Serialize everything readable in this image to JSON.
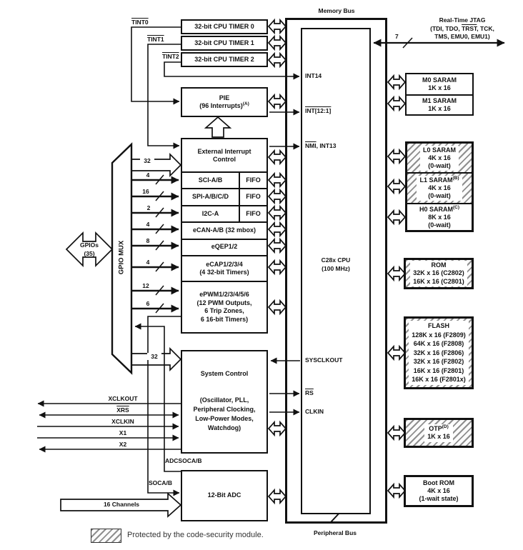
{
  "buses": {
    "memory": "Memory Bus",
    "peripheral": "Peripheral Bus"
  },
  "cpu": {
    "title": "C28x CPU",
    "subtitle": "(100 MHz)",
    "int14": "INT14",
    "int12": "INT[12:1]",
    "nmi": "NMI",
    "int13": ", INT13",
    "sysclkout": "SYSCLKOUT",
    "rs": "RS",
    "clkin": "CLKIN"
  },
  "jtag": {
    "line1": "Real-Time JTAG",
    "line2a": "(TDI, TDO, ",
    "line2b": "TRST",
    "line2c": ", TCK,",
    "line3": "TMS, EMU0, EMU1)",
    "width": "7"
  },
  "timers": {
    "t0": "32-bit CPU TIMER 0",
    "t1": "32-bit CPU TIMER 1",
    "t2": "32-bit CPU TIMER 2",
    "tint0": "TINT0",
    "tint1": "TINT1",
    "tint2": "TINT2"
  },
  "pie": {
    "title": "PIE",
    "subtitle": "(96 Interrupts)",
    "sup": "(A)"
  },
  "extint": {
    "line1": "External Interrupt",
    "line2": "Control"
  },
  "peripherals": {
    "sci": {
      "label": "SCI-A/B",
      "fifo": "FIFO",
      "width": "4"
    },
    "spi": {
      "label": "SPI-A/B/C/D",
      "fifo": "FIFO",
      "width": "16"
    },
    "i2c": {
      "label": "I2C-A",
      "fifo": "FIFO",
      "width": "2"
    },
    "ecan": {
      "label": "eCAN-A/B (32 mbox)",
      "width": "4"
    },
    "eqep": {
      "label": "eQEP1/2",
      "width": "8"
    },
    "ecap": {
      "line1": "eCAP1/2/3/4",
      "line2": "(4 32-bit Timers)",
      "width": "4"
    },
    "epwm": {
      "line1": "ePWM1/2/3/4/5/6",
      "line2": "(12 PWM Outputs,",
      "line3": "6 Trip Zones,",
      "line4": "6 16-bit Timers)",
      "width1": "12",
      "width2": "6"
    }
  },
  "gpio": {
    "mux": "GPIO MUX",
    "arrow1": "GPIOs",
    "arrow2": "(35)",
    "bus_top": "32",
    "bus_bottom": "32"
  },
  "sysctl": {
    "title": "System Control",
    "line1": "(Oscillator, PLL,",
    "line2": "Peripheral Clocking,",
    "line3": "Low-Power Modes,",
    "line4": "Watchdog)"
  },
  "clocks": {
    "xclkout": "XCLKOUT",
    "xrs": "XRS",
    "xclkin": "XCLKIN",
    "x1": "X1",
    "x2": "X2"
  },
  "adc": {
    "title": "12-Bit ADC",
    "adcsoc": "ADCSOCA/B",
    "soc": "SOCA/B",
    "channels": "16 Channels"
  },
  "memories": {
    "m0": {
      "line1": "M0 SARAM",
      "line2": "1K x 16"
    },
    "m1": {
      "line1": "M1 SARAM",
      "line2": "1K x 16"
    },
    "l0": {
      "line1": "L0 SARAM",
      "line2": "4K x 16",
      "line3": "(0-wait)"
    },
    "l1": {
      "line1": "L1 SARAM",
      "sup": "(B)",
      "line2": "4K x 16",
      "line3": "(0-wait)"
    },
    "h0": {
      "line1": "H0 SARAM",
      "sup": "(C)",
      "line2": "8K x 16",
      "line3": "(0-wait)"
    },
    "rom": {
      "title": "ROM",
      "line1": "32K x 16 (C2802)",
      "line2": "16K x 16 (C2801)"
    },
    "flash": {
      "title": "FLASH",
      "line1": "128K x 16 (F2809)",
      "line2": "64K x 16 (F2808)",
      "line3": "32K x 16 (F2806)",
      "line4": "32K x 16 (F2802)",
      "line5": "16K x 16 (F2801)",
      "line6": "16K x 16 (F2801x)"
    },
    "otp": {
      "title": "OTP",
      "sup": "(D)",
      "line2": "1K x 16"
    },
    "bootrom": {
      "line1": "Boot ROM",
      "line2": "4K x 16",
      "line3": "(1-wait state)"
    }
  },
  "legend": {
    "text": "Protected by the code-security module."
  }
}
